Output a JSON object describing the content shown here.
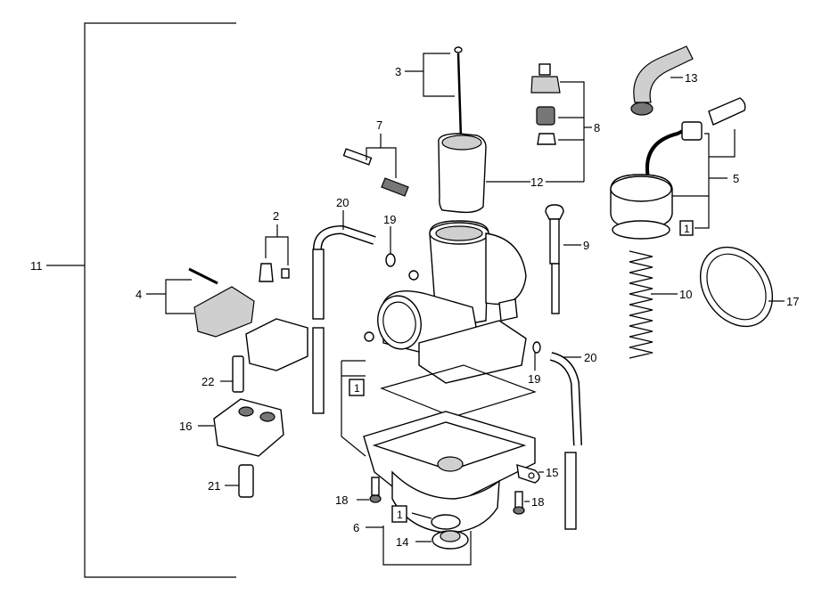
{
  "callouts": {
    "c1": "1",
    "c2": "2",
    "c3": "3",
    "c4": "4",
    "c5": "5",
    "c6": "6",
    "c7": "7",
    "c8": "8",
    "c9": "9",
    "c10": "10",
    "c11": "11",
    "c12": "12",
    "c13": "13",
    "c14": "14",
    "c15": "15",
    "c16": "16",
    "c17": "17",
    "c18a": "18",
    "c18b": "18",
    "c19a": "19",
    "c19b": "19",
    "c20a": "20",
    "c20b": "20",
    "c21": "21",
    "c22": "22"
  },
  "boxed": {
    "b1a": "1",
    "b1b": "1",
    "b1c": "1"
  }
}
